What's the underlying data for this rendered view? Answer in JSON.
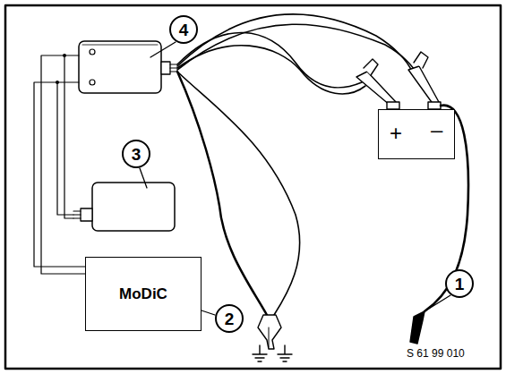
{
  "diagram": {
    "nodes": [
      {
        "text": [
          "+",
          "–"
        ]
      },
      {
        "text": [
          "MoDiC"
        ]
      }
    ],
    "labels": [
      "4",
      "3",
      "1",
      "2",
      "S 61 99 010"
    ]
  }
}
